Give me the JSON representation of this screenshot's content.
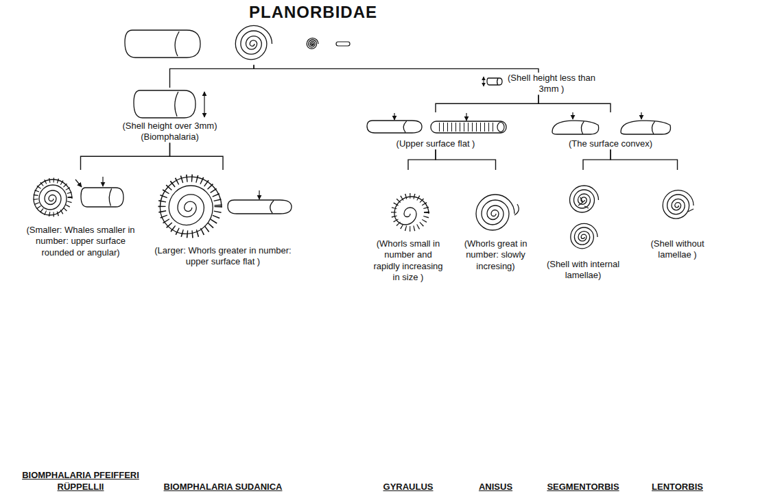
{
  "diagram": {
    "nodes": [
      {
        "text": [
          "PLANORBIDAE"
        ]
      },
      {
        "text": [
          "(Shell height over 3mm)",
          "(Biomphalaria)"
        ]
      },
      {
        "text": [
          "(Shell height less than 3mm )"
        ]
      },
      {
        "text": [
          "(Upper surface flat )"
        ]
      },
      {
        "text": [
          "(The surface convex)"
        ]
      },
      {
        "text": [
          "(Smaller: Whales smaller in number: upper surface rounded or angular)",
          "BIOMPHALARIA PFEIFFERI RÜPPELLII"
        ]
      },
      {
        "text": [
          "(Larger: Whorls greater in number: upper surface flat )",
          "BIOMPHALARIA SUDANICA"
        ]
      },
      {
        "text": [
          "(Whorls small in number and rapidly increasing in size )",
          "GYRAULUS"
        ]
      },
      {
        "text": [
          "(Whorls great in number: slowly incresing)",
          "ANISUS"
        ]
      },
      {
        "text": [
          "(Shell with internal lamellae)",
          "SEGMENTORBIS"
        ]
      },
      {
        "text": [
          "(Shell without lamellae )",
          "LENTORBIS"
        ]
      }
    ],
    "edges": [
      {
        "from": 0,
        "to": 1,
        "arrow": "none"
      },
      {
        "from": 0,
        "to": 2,
        "arrow": "none"
      },
      {
        "from": 1,
        "to": 5,
        "arrow": "none"
      },
      {
        "from": 1,
        "to": 6,
        "arrow": "none"
      },
      {
        "from": 2,
        "to": 3,
        "arrow": "none"
      },
      {
        "from": 2,
        "to": 4,
        "arrow": "none"
      },
      {
        "from": 3,
        "to": 7,
        "arrow": "none"
      },
      {
        "from": 3,
        "to": 8,
        "arrow": "none"
      },
      {
        "from": 4,
        "to": 9,
        "arrow": "none"
      },
      {
        "from": 4,
        "to": 10,
        "arrow": "none"
      }
    ]
  }
}
